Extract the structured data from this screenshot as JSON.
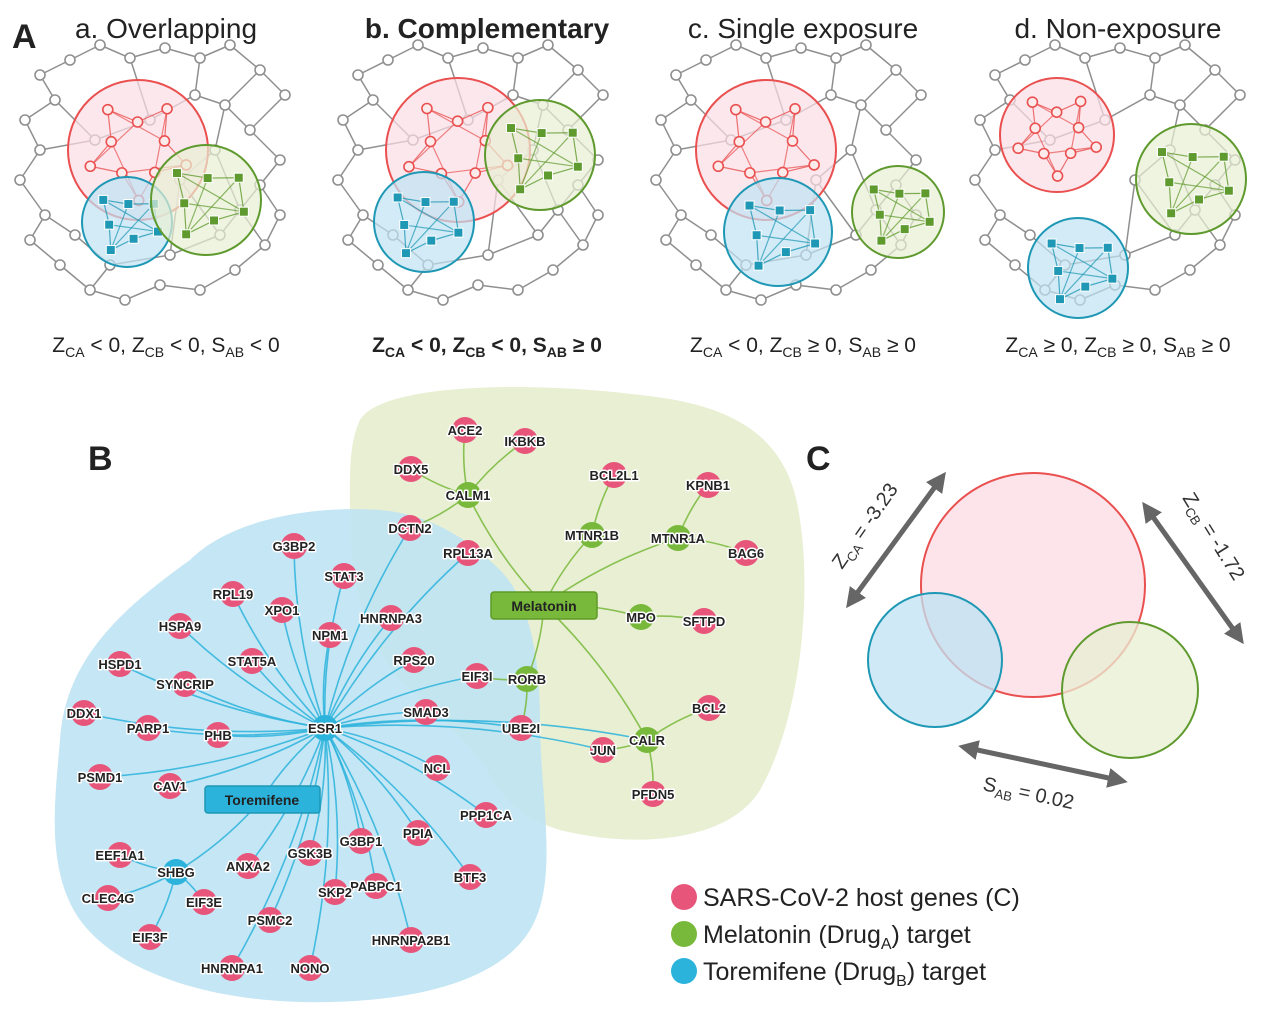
{
  "colors": {
    "host": "#e8557a",
    "hostLight": "#fbdde5",
    "drugA": "#78b83a",
    "drugALight": "#e8efd3",
    "drugB": "#2bb3dc",
    "drugBLight": "#bfe3f3",
    "edge": "#9a9a9a",
    "red": "#e9504f",
    "green": "#5f9a2e",
    "teal": "#1e98b4"
  },
  "panel_a": {
    "letter": "A",
    "scenarios": [
      {
        "title": "a. Overlapping",
        "bold": false,
        "cond": [
          [
            "Z",
            "CA",
            " < 0, "
          ],
          [
            "Z",
            "CB",
            " < 0, "
          ],
          [
            "S",
            "AB",
            " < 0"
          ]
        ]
      },
      {
        "title": "b. Complementary",
        "bold": true,
        "cond": [
          [
            "Z",
            "CA",
            " < 0, "
          ],
          [
            "Z",
            "CB",
            " < 0, "
          ],
          [
            "S",
            "AB",
            " ≥ 0"
          ]
        ]
      },
      {
        "title": "c. Single exposure",
        "bold": false,
        "cond": [
          [
            "Z",
            "CA",
            " < 0, "
          ],
          [
            "Z",
            "CB",
            " ≥ 0, "
          ],
          [
            "S",
            "AB",
            " ≥ 0"
          ]
        ]
      },
      {
        "title": "d. Non-exposure",
        "bold": false,
        "cond": [
          [
            "Z",
            "CA",
            " ≥ 0, "
          ],
          [
            "Z",
            "CB",
            " ≥ 0, "
          ],
          [
            "S",
            "AB",
            " ≥ 0"
          ]
        ]
      }
    ]
  },
  "panel_b": {
    "letter": "B",
    "drugs": {
      "melatonin": "Melatonin",
      "toremifene": "Toremifene"
    },
    "targets_a": [
      "CALM1",
      "MTNR1B",
      "MTNR1A",
      "MPO",
      "RORB",
      "CALR"
    ],
    "targets_b": [
      "ESR1",
      "SHBG"
    ],
    "host_genes": [
      "ACE2",
      "IKBKB",
      "DDX5",
      "BCL2L1",
      "KPNB1",
      "DCTN2",
      "BAG6",
      "RPL13A",
      "SFTPD",
      "EIF3I",
      "BCL2",
      "UBE2I",
      "JUN",
      "PFDN5",
      "G3BP2",
      "STAT3",
      "RPL19",
      "XPO1",
      "HNRNPA3",
      "HSPA9",
      "NPM1",
      "STAT5A",
      "RPS20",
      "HSPD1",
      "SYNCRIP",
      "DDX1",
      "PARP1",
      "PHB",
      "SMAD3",
      "PSMD1",
      "CAV1",
      "NCL",
      "PPP1CA",
      "PPIA",
      "G3BP1",
      "GSK3B",
      "EEF1A1",
      "ANXA2",
      "BTF3",
      "PABPC1",
      "CLEC4G",
      "EIF3E",
      "SKP2",
      "PSMC2",
      "EIF3F",
      "HNRNPA2B1",
      "HNRNPA1",
      "NONO"
    ]
  },
  "panel_c": {
    "letter": "C",
    "labels": {
      "zca": {
        "main": "Z",
        "sub": "CA",
        "rest": " = -3.23"
      },
      "zcb": {
        "main": "Z",
        "sub": "CB",
        "rest": " = -1.72"
      },
      "sab": {
        "main": "S",
        "sub": "AB",
        "rest": " = 0.02"
      }
    }
  },
  "legend": [
    {
      "color": "#e8557a",
      "pre": "SARS-CoV-2 host genes (C)",
      "sub": "",
      "post": ""
    },
    {
      "color": "#78b83a",
      "pre": "Melatonin (Drug",
      "sub": "A",
      "post": ") target"
    },
    {
      "color": "#2bb3dc",
      "pre": "Toremifene (Drug",
      "sub": "B",
      "post": ") target"
    }
  ]
}
